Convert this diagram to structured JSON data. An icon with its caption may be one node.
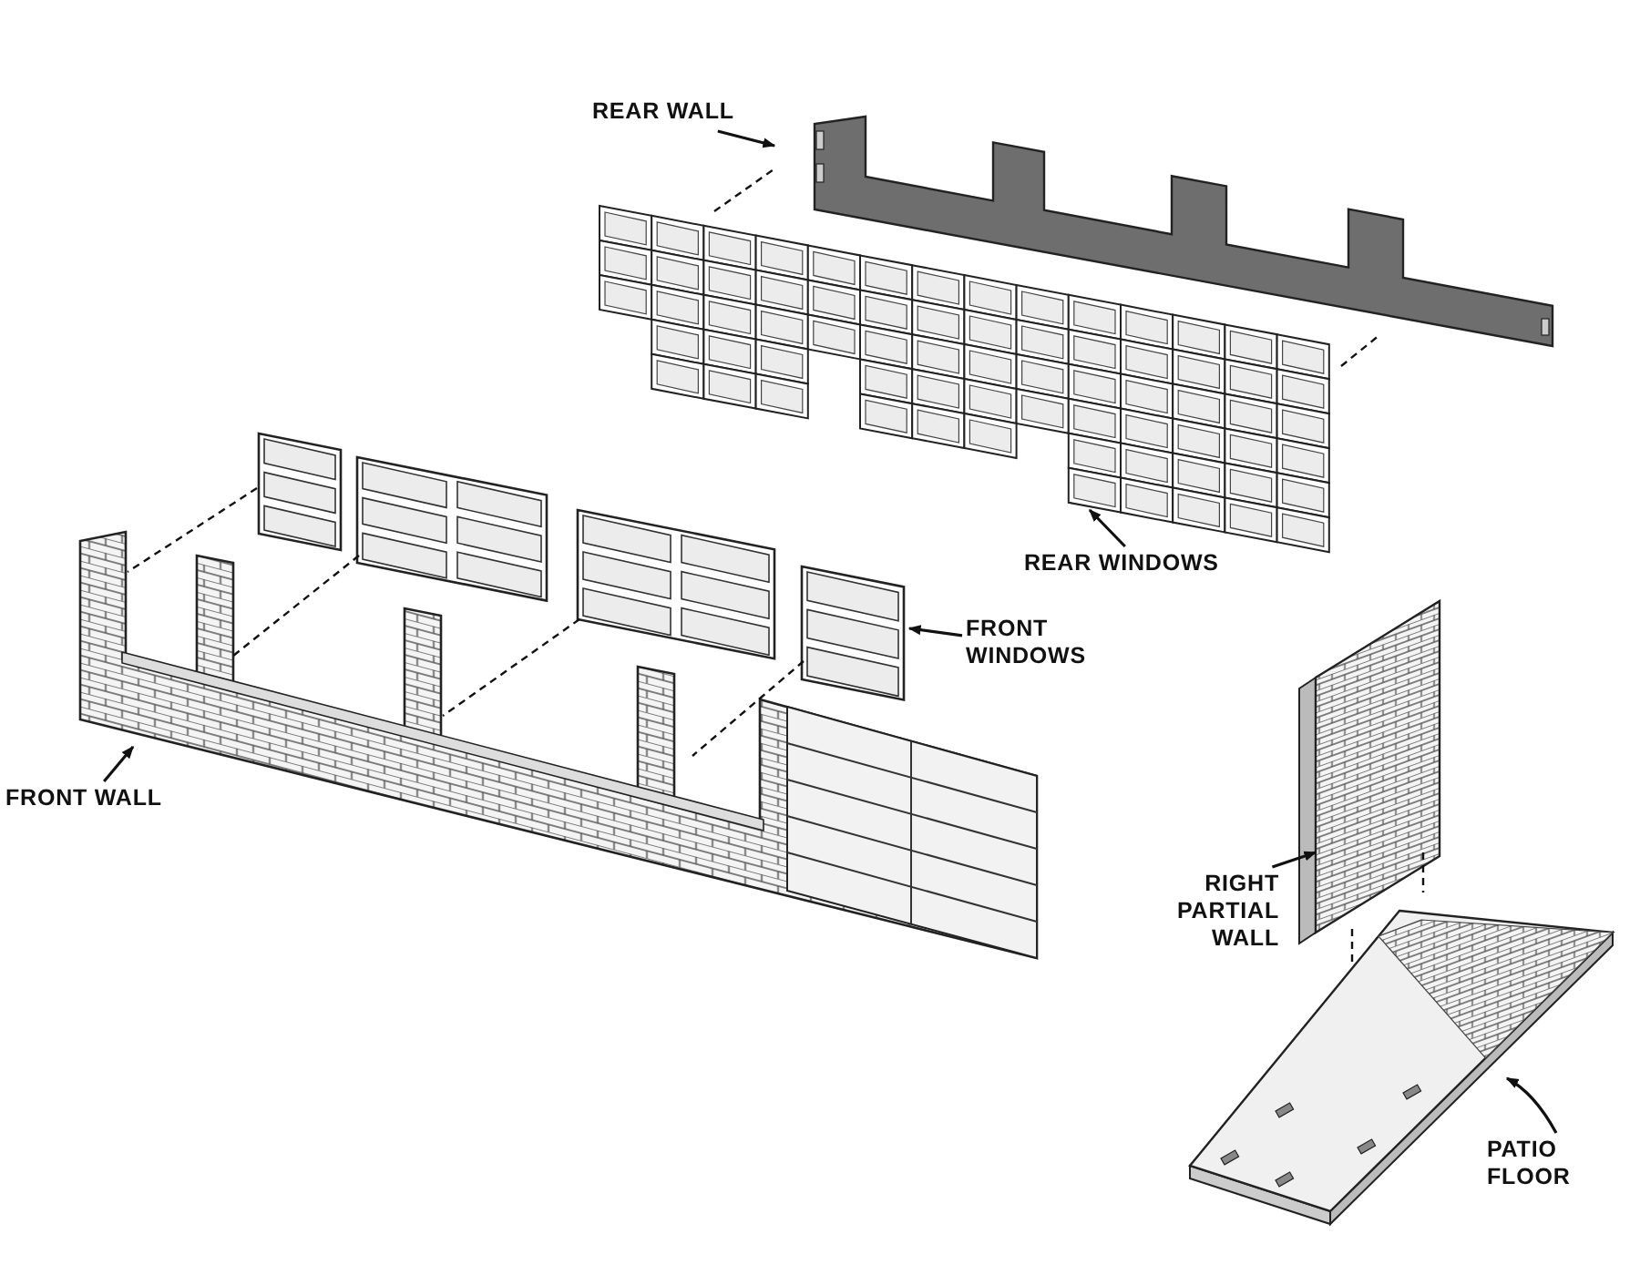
{
  "diagram": {
    "nodes": [
      {
        "text": [
          "REAR WALL"
        ]
      },
      {
        "text": [],
        "shape": "picture"
      },
      {
        "text": [],
        "shape": "picture"
      },
      {
        "text": [
          "REAR WINDOWS"
        ]
      },
      {
        "text": [],
        "shape": "picture"
      },
      {
        "text": [],
        "shape": "picture"
      },
      {
        "text": [],
        "shape": "picture"
      },
      {
        "text": [],
        "shape": "picture"
      },
      {
        "text": [
          "FRONT WINDOWS"
        ]
      },
      {
        "text": [],
        "shape": "picture"
      },
      {
        "text": [
          "FRONT WALL"
        ]
      },
      {
        "text": [],
        "shape": "picture"
      },
      {
        "text": [
          "RIGHT PARTIAL WALL"
        ]
      },
      {
        "text": [],
        "shape": "picture"
      },
      {
        "text": [
          "PATIO FLOOR"
        ]
      }
    ],
    "edges": [
      {
        "from": 0,
        "to": 1,
        "arrow": "to"
      },
      {
        "from": 2,
        "to": 1,
        "arrow": "none",
        "style": "dashed"
      },
      {
        "from": 2,
        "to": 1,
        "arrow": "none",
        "style": "dashed"
      },
      {
        "from": 3,
        "to": 2,
        "arrow": "to"
      },
      {
        "from": 4,
        "to": 9,
        "arrow": "none",
        "style": "dashed"
      },
      {
        "from": 5,
        "to": 9,
        "arrow": "none",
        "style": "dashed"
      },
      {
        "from": 6,
        "to": 9,
        "arrow": "none",
        "style": "dashed"
      },
      {
        "from": 7,
        "to": 9,
        "arrow": "none",
        "style": "dashed"
      },
      {
        "from": 8,
        "to": 7,
        "arrow": "to"
      },
      {
        "from": 10,
        "to": 9,
        "arrow": "to"
      },
      {
        "from": 11,
        "to": 13,
        "arrow": "none",
        "style": "dashed"
      },
      {
        "from": 11,
        "to": 13,
        "arrow": "none",
        "style": "dashed"
      },
      {
        "from": 12,
        "to": 11,
        "arrow": "to"
      },
      {
        "from": 14,
        "to": 13,
        "arrow": "to"
      }
    ]
  }
}
